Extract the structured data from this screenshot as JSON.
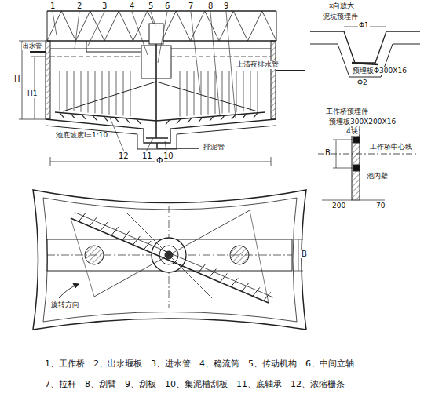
{
  "diagram": {
    "labels": [
      "1",
      "2",
      "3",
      "4",
      "5",
      "6",
      "7",
      "8",
      "9",
      "出水管",
      "H",
      "H1",
      "上清夜排水管",
      "池底坡度i=1:10",
      "12",
      "11",
      "10",
      "排泥管",
      "Φ",
      "x向放大",
      "泥坑预埋件",
      "Φ1",
      "预埋板Φ300X16",
      "Φ2",
      "工作桥预埋件",
      "预埋板300X200X16",
      "4块",
      "B",
      "工作桥中心线",
      "池内壁",
      "200",
      "70",
      "旋转方向",
      "B",
      "1、工作桥　2、出水堰板　3、进水管　4、稳流筒　5、传动机构　6、中间立轴",
      "7、拉杆　8、刮臂　9、刮板　10、集泥槽刮板　11、底轴承　12、浓缩栅条"
    ]
  }
}
